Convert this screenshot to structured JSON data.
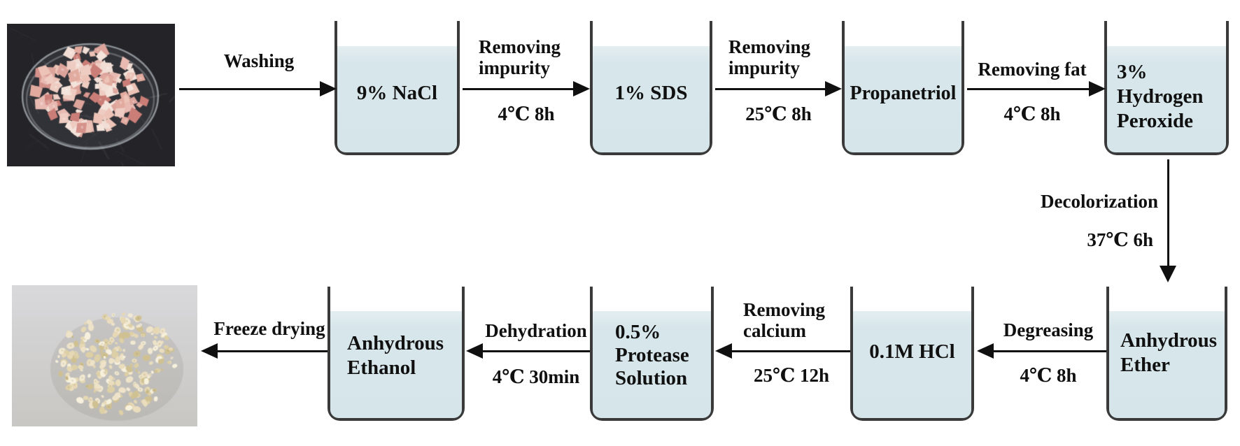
{
  "colors": {
    "background": "#ffffff",
    "liquid": "#d7e6ea",
    "beaker_wall": "#3a3a3a",
    "arrow_and_text": "#101010"
  },
  "photos": {
    "raw": "raw-tissue-photo",
    "product": "freeze-dried-product-photo"
  },
  "beakers": {
    "nacl": {
      "label": "9% NaCl"
    },
    "sds": {
      "label": "1% SDS"
    },
    "propanetriol": {
      "label": "Propanetriol"
    },
    "hydrogen_peroxide": {
      "line1": "3%",
      "line2": "Hydrogen",
      "line3": "Peroxide"
    },
    "ether": {
      "line1": "Anhydrous",
      "line2": "Ether"
    },
    "hcl": {
      "label": "0.1M HCl"
    },
    "protease": {
      "line1": "0.5%",
      "line2": "Protease",
      "line3": "Solution"
    },
    "ethanol": {
      "line1": "Anhydrous",
      "line2": "Ethanol"
    }
  },
  "arrows": {
    "washing": {
      "label": "Washing"
    },
    "impurity1": {
      "line1": "Removing",
      "line2": "impurity",
      "condition": "4℃ 8h"
    },
    "impurity2": {
      "line1": "Removing",
      "line2": "impurity",
      "condition": "25℃ 8h"
    },
    "fat": {
      "label": "Removing fat",
      "condition": "4℃ 8h"
    },
    "decolorization": {
      "label": "Decolorization",
      "condition": "37℃ 6h"
    },
    "degreasing": {
      "label": "Degreasing",
      "condition": "4℃ 8h"
    },
    "calcium": {
      "line1": "Removing",
      "line2": "calcium",
      "condition": "25℃ 12h"
    },
    "dehydration": {
      "label": "Dehydration",
      "condition": "4℃ 30min"
    },
    "freeze_drying": {
      "label": "Freeze drying"
    }
  }
}
